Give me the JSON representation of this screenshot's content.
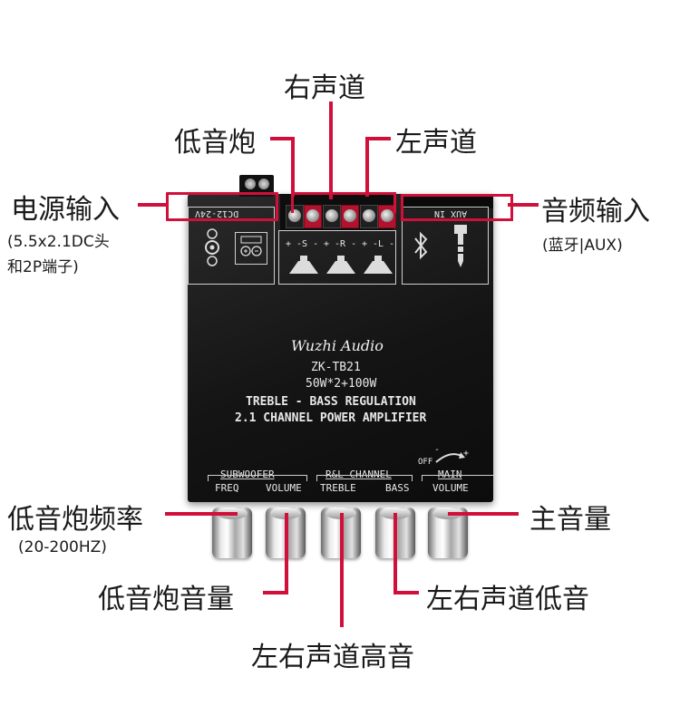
{
  "callouts": {
    "right_channel": "右声道",
    "subwoofer": "低音炮",
    "left_channel": "左声道",
    "power_input": "电源输入",
    "power_input_note_line1": "(5.5x2.1DC头",
    "power_input_note_line2": "和2P端子)",
    "audio_input": "音频输入",
    "audio_input_note": "(蓝牙|AUX)",
    "sub_freq": "低音炮频率",
    "sub_freq_note": "(20-200HZ)",
    "sub_volume": "低音炮音量",
    "main_volume": "主音量",
    "lr_bass": "左右声道低音",
    "lr_treble": "左右声道高音"
  },
  "board": {
    "dc_label": "DC12-24V",
    "aux_label": "AUX IN",
    "speaker_labels": [
      "+ -S -",
      "+ -R -",
      "+ -L -"
    ],
    "brand": "Wuzhi Audio",
    "model": "ZK-TB21",
    "power_spec": "50W*2+100W",
    "feature_line": "TREBLE - BASS REGULATION",
    "desc_line": "2.1 CHANNEL POWER AMPLIFIER",
    "group_subwoofer": "SUBWOOFER",
    "group_rl": "R&L CHANNEL",
    "group_main": "MAIN",
    "knob_labels": [
      "FREQ",
      "VOLUME",
      "TREBLE",
      "BASS",
      "VOLUME"
    ],
    "off_label": "OFF",
    "minus_sign": "-",
    "plus_sign": "+"
  },
  "colors": {
    "leader": "#d0103a",
    "board": "#141414"
  }
}
